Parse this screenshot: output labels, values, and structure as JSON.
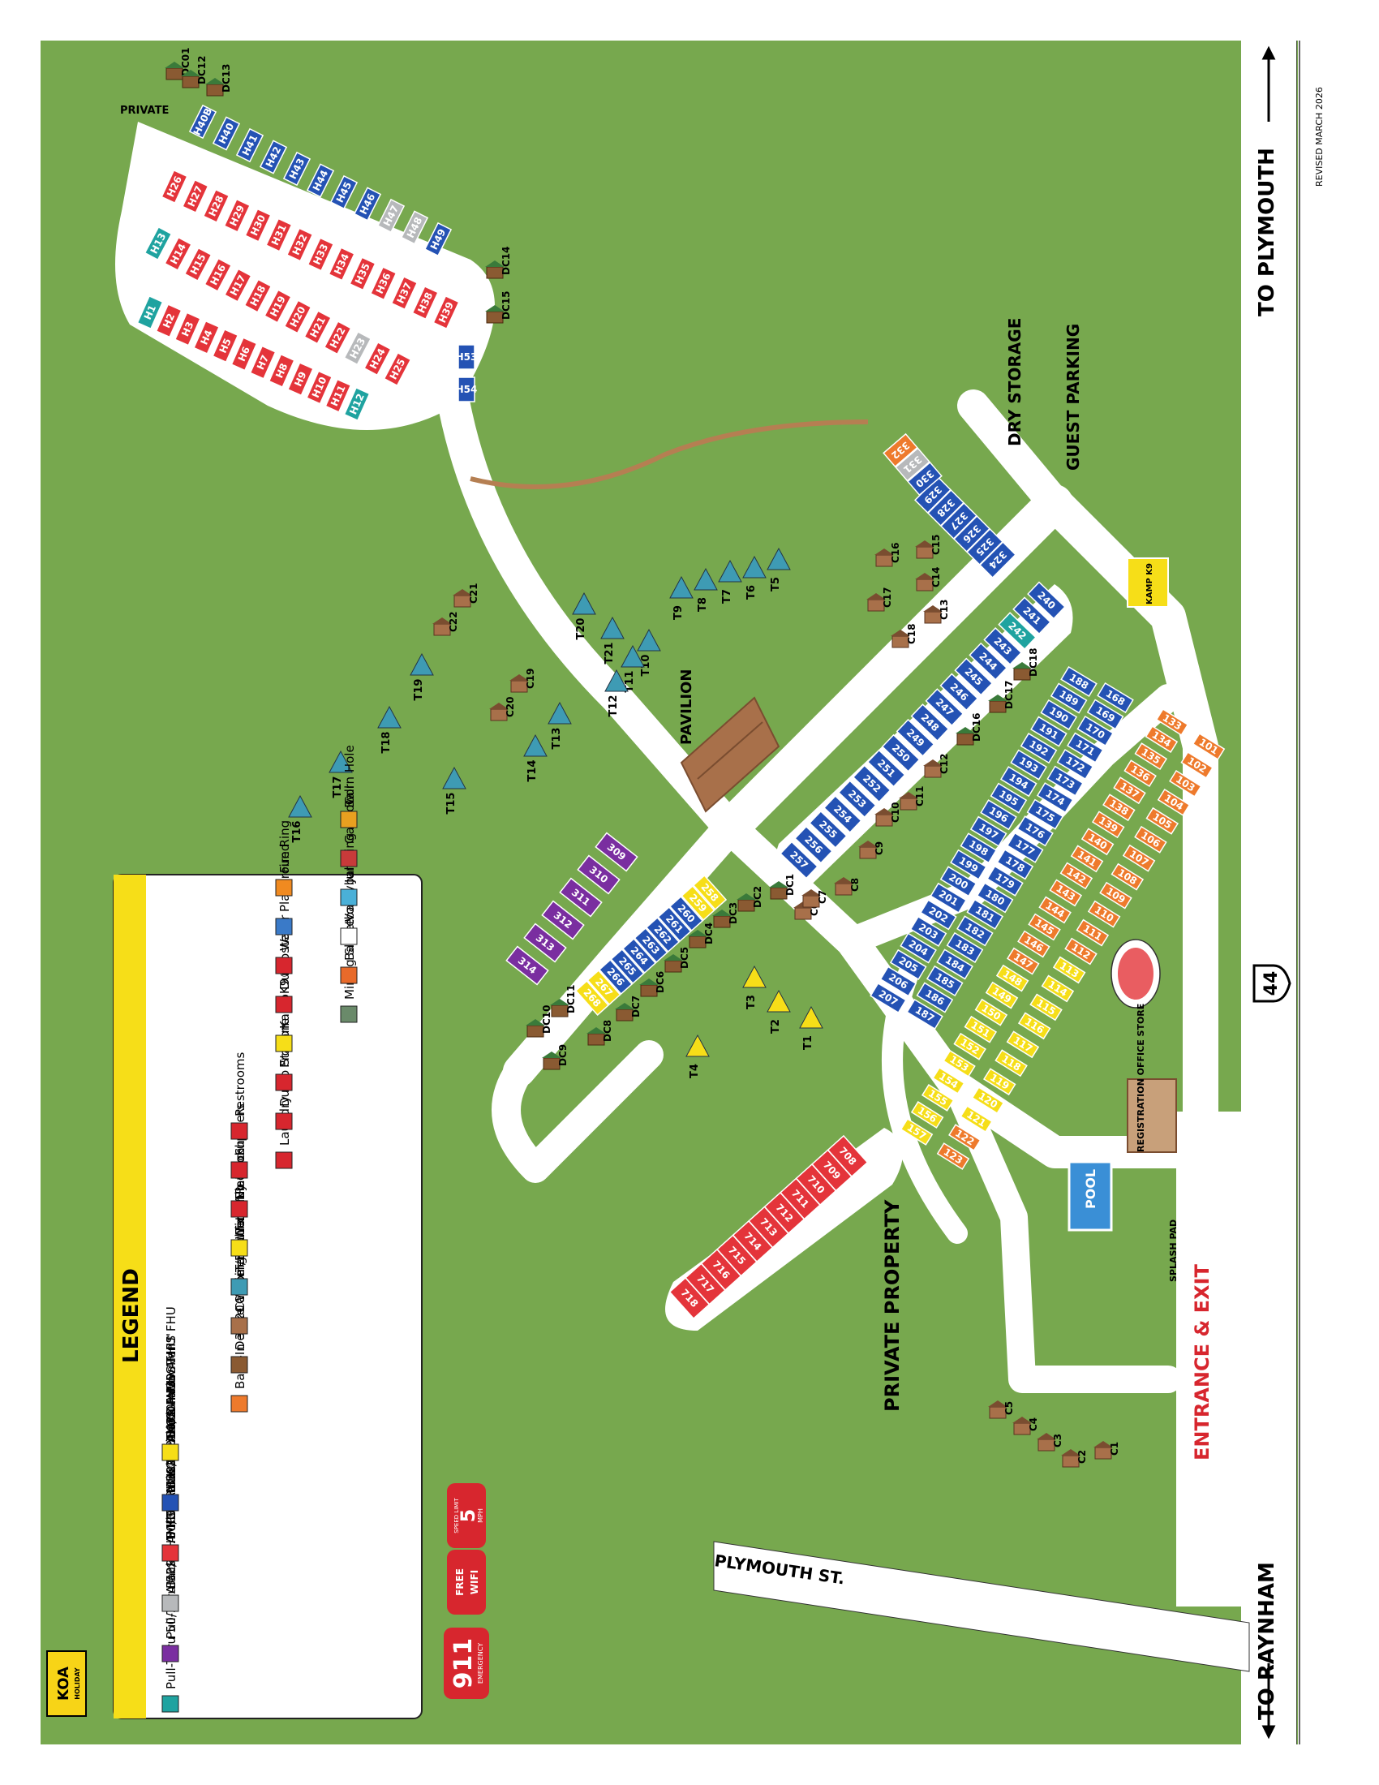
{
  "colors": {
    "grass": "#77a84e",
    "road": "#ffffff",
    "site_red": "#e4343a",
    "site_blue": "#2452b4",
    "site_teal": "#1fa3a0",
    "site_purple": "#7a2ea0",
    "site_gray": "#b7b9bb",
    "site_orange": "#ee7a2c",
    "site_yellow": "#f6de18",
    "path_brown": "#b57f52",
    "legend_yellow": "#f6de18",
    "koa_yellow": "#f7d417",
    "emergency_red": "#d7262e"
  },
  "legend": {
    "title": "LEGEND",
    "site_types": [
      {
        "swatch": "teal",
        "label": "Pull-Thru 50/30 AMPS FHU KOA Patio® with KOA Paw Pen℠"
      },
      {
        "swatch": "purple",
        "label": "Pull-Thru 50/30 AMPS FHU KOA Patio®"
      },
      {
        "swatch": "gray",
        "label": "Back-In 50/30 AMPS FHU KOA Patio®"
      },
      {
        "swatch": "red",
        "label": "Pull-Thru 50/30 AMPS FHU"
      },
      {
        "swatch": "blue",
        "label": "Back-In 50/30 AMPS FHU"
      },
      {
        "swatch": "yellow",
        "label": "Back-In 30 AMPS FHU"
      }
    ],
    "col2": [
      {
        "icon": "orange-swatch",
        "label": "Back-In 30/20 Water/Electric Only"
      },
      {
        "icon": "deluxe-cabin-icon",
        "label": "Deluxe Cabin"
      },
      {
        "icon": "camping-cabin-icon",
        "label": "Camping Cabin"
      },
      {
        "icon": "tent-water-electric-icon",
        "label": "Tent, Water/Electric"
      },
      {
        "icon": "tent-no-hookups-icon",
        "label": "Tent, No Hookups"
      },
      {
        "icon": "pavilion-icon",
        "label": "Pavilion"
      },
      {
        "icon": "showers-icon",
        "label": "Showers"
      },
      {
        "icon": "restrooms-icon",
        "label": "Restrooms"
      }
    ],
    "col3": [
      {
        "icon": "laundry-icon",
        "label": "Laundry"
      },
      {
        "icon": "dump-station-icon",
        "label": "Dump Station"
      },
      {
        "icon": "propane-icon",
        "label": "Propane"
      },
      {
        "icon": "kampk9-icon",
        "label": "KampK9®"
      },
      {
        "icon": "dumpster-icon",
        "label": "Dumpster"
      },
      {
        "icon": "water-icon",
        "label": "Water"
      },
      {
        "icon": "playground-icon",
        "label": "Playground"
      },
      {
        "icon": "fire-ring-icon",
        "label": "Fire Ring"
      }
    ],
    "col4": [
      {
        "icon": "mining-sluice-icon",
        "label": "Mining Sluice"
      },
      {
        "icon": "basketball-icon",
        "label": "Basketball"
      },
      {
        "icon": "volleyball-icon",
        "label": "Volleyball"
      },
      {
        "icon": "jumping-pillow-icon",
        "label": "Jumping Pillow"
      },
      {
        "icon": "gaga-ball-icon",
        "label": "Gaga Ball"
      },
      {
        "icon": "corn-hole-icon",
        "label": "Corn Hole"
      }
    ]
  },
  "badges": {
    "emergency_number": "911",
    "emergency_label": "EMERGENCY",
    "wifi_top": "FREE",
    "wifi_bottom": "WIFI",
    "speed_label": "SPEED LIMIT",
    "speed_value": "5",
    "speed_unit": "MPH"
  },
  "logo": {
    "brand": "KOA",
    "sub": "HOLIDAY"
  },
  "roads": {
    "to_raynham": "TO RAYNHAM",
    "to_plymouth": "TO PLYMOUTH",
    "route_number": "44",
    "plymouth_st": "PLYMOUTH ST."
  },
  "revised": "REVISED MARCH 2026",
  "labels": {
    "private": "PRIVATE",
    "pavilion": "PAVILION",
    "private_property": "PRIVATE PROPERTY",
    "entrance_exit": "ENTRANCE & EXIT",
    "dry_storage": "DRY STORAGE",
    "guest_parking": "GUEST PARKING",
    "pool": "POOL",
    "splash_pad": "SPLASH PAD",
    "registration": "REGISTRATION OFFICE STORE",
    "kampk9": "KAMP K9"
  },
  "sites": {
    "h_row1": [
      "H1",
      "H2",
      "H3",
      "H4",
      "H5",
      "H6",
      "H7",
      "H8",
      "H9",
      "H10",
      "H11",
      "H12"
    ],
    "h_row2": [
      "H13",
      "H14",
      "H15",
      "H16",
      "H17",
      "H18",
      "H19",
      "H20",
      "H21",
      "H22",
      "H23",
      "H24",
      "H25"
    ],
    "h_row3": [
      "H26",
      "H27",
      "H28",
      "H29",
      "H30",
      "H31",
      "H32",
      "H33",
      "H34",
      "H35",
      "H36",
      "H37",
      "H38",
      "H39"
    ],
    "h_row4": [
      "H40B",
      "H40",
      "H41",
      "H42",
      "H43",
      "H44",
      "H45",
      "H46",
      "H47",
      "H48",
      "H49"
    ],
    "h_side": [
      "H53",
      "H54"
    ],
    "row_700": [
      "708",
      "709",
      "710",
      "711",
      "712",
      "713",
      "714",
      "715",
      "716",
      "717",
      "718"
    ],
    "row_300_purple": [
      "309",
      "310",
      "311",
      "312",
      "313",
      "314"
    ],
    "row_300_blue": [
      "324",
      "325",
      "326",
      "327",
      "328",
      "329"
    ],
    "row_300_top": [
      "330",
      "331",
      "332"
    ],
    "row_240": [
      "240",
      "241",
      "242",
      "243",
      "244",
      "245",
      "246",
      "247",
      "248",
      "249",
      "250",
      "251",
      "252",
      "253",
      "254",
      "255",
      "256",
      "257"
    ],
    "row_258": [
      "258",
      "259",
      "260",
      "261",
      "262",
      "263",
      "264",
      "265",
      "266",
      "267",
      "268"
    ],
    "row_168": [
      "168",
      "169",
      "170",
      "171",
      "172",
      "173",
      "174",
      "175",
      "176",
      "177",
      "178",
      "179",
      "180",
      "181",
      "182",
      "183",
      "184",
      "185",
      "186",
      "187"
    ],
    "row_188": [
      "188",
      "189",
      "190",
      "191",
      "192",
      "193",
      "194",
      "195",
      "196",
      "197",
      "198",
      "199",
      "200",
      "201",
      "202",
      "203",
      "204",
      "205",
      "206",
      "207"
    ],
    "row_orange1": [
      "133",
      "134",
      "135",
      "136",
      "137",
      "138",
      "139",
      "140",
      "141",
      "142",
      "143",
      "144",
      "145",
      "146",
      "147",
      "148",
      "149",
      "150",
      "151",
      "152",
      "153",
      "154",
      "155",
      "156",
      "157"
    ],
    "row_orange2": [
      "101",
      "102",
      "103",
      "104",
      "105",
      "106",
      "107",
      "108",
      "109",
      "110",
      "111",
      "112",
      "113",
      "114",
      "115",
      "116",
      "117",
      "118",
      "119",
      "120",
      "121",
      "122",
      "123"
    ],
    "cabins_dc": [
      "DC01",
      "DC12",
      "DC13",
      "DC14",
      "DC15",
      "DC16",
      "DC17",
      "DC18",
      "DC1",
      "DC2",
      "DC3",
      "DC4",
      "DC5",
      "DC6",
      "DC7",
      "DC8",
      "DC9",
      "DC10",
      "DC11"
    ],
    "cabins_c": [
      "C1",
      "C2",
      "C3",
      "C4",
      "C5",
      "C6",
      "C7",
      "C8",
      "C9",
      "C10",
      "C11",
      "C12",
      "C13",
      "C14",
      "C15",
      "C16",
      "C17",
      "C18",
      "C19",
      "C20",
      "C21",
      "C22"
    ],
    "tents": [
      "T1",
      "T2",
      "T3",
      "T4",
      "T5",
      "T6",
      "T7",
      "T8",
      "T9",
      "T10",
      "T11",
      "T12",
      "T13",
      "T14",
      "T15",
      "T16",
      "T17",
      "T18",
      "T19",
      "T20",
      "T21"
    ]
  }
}
